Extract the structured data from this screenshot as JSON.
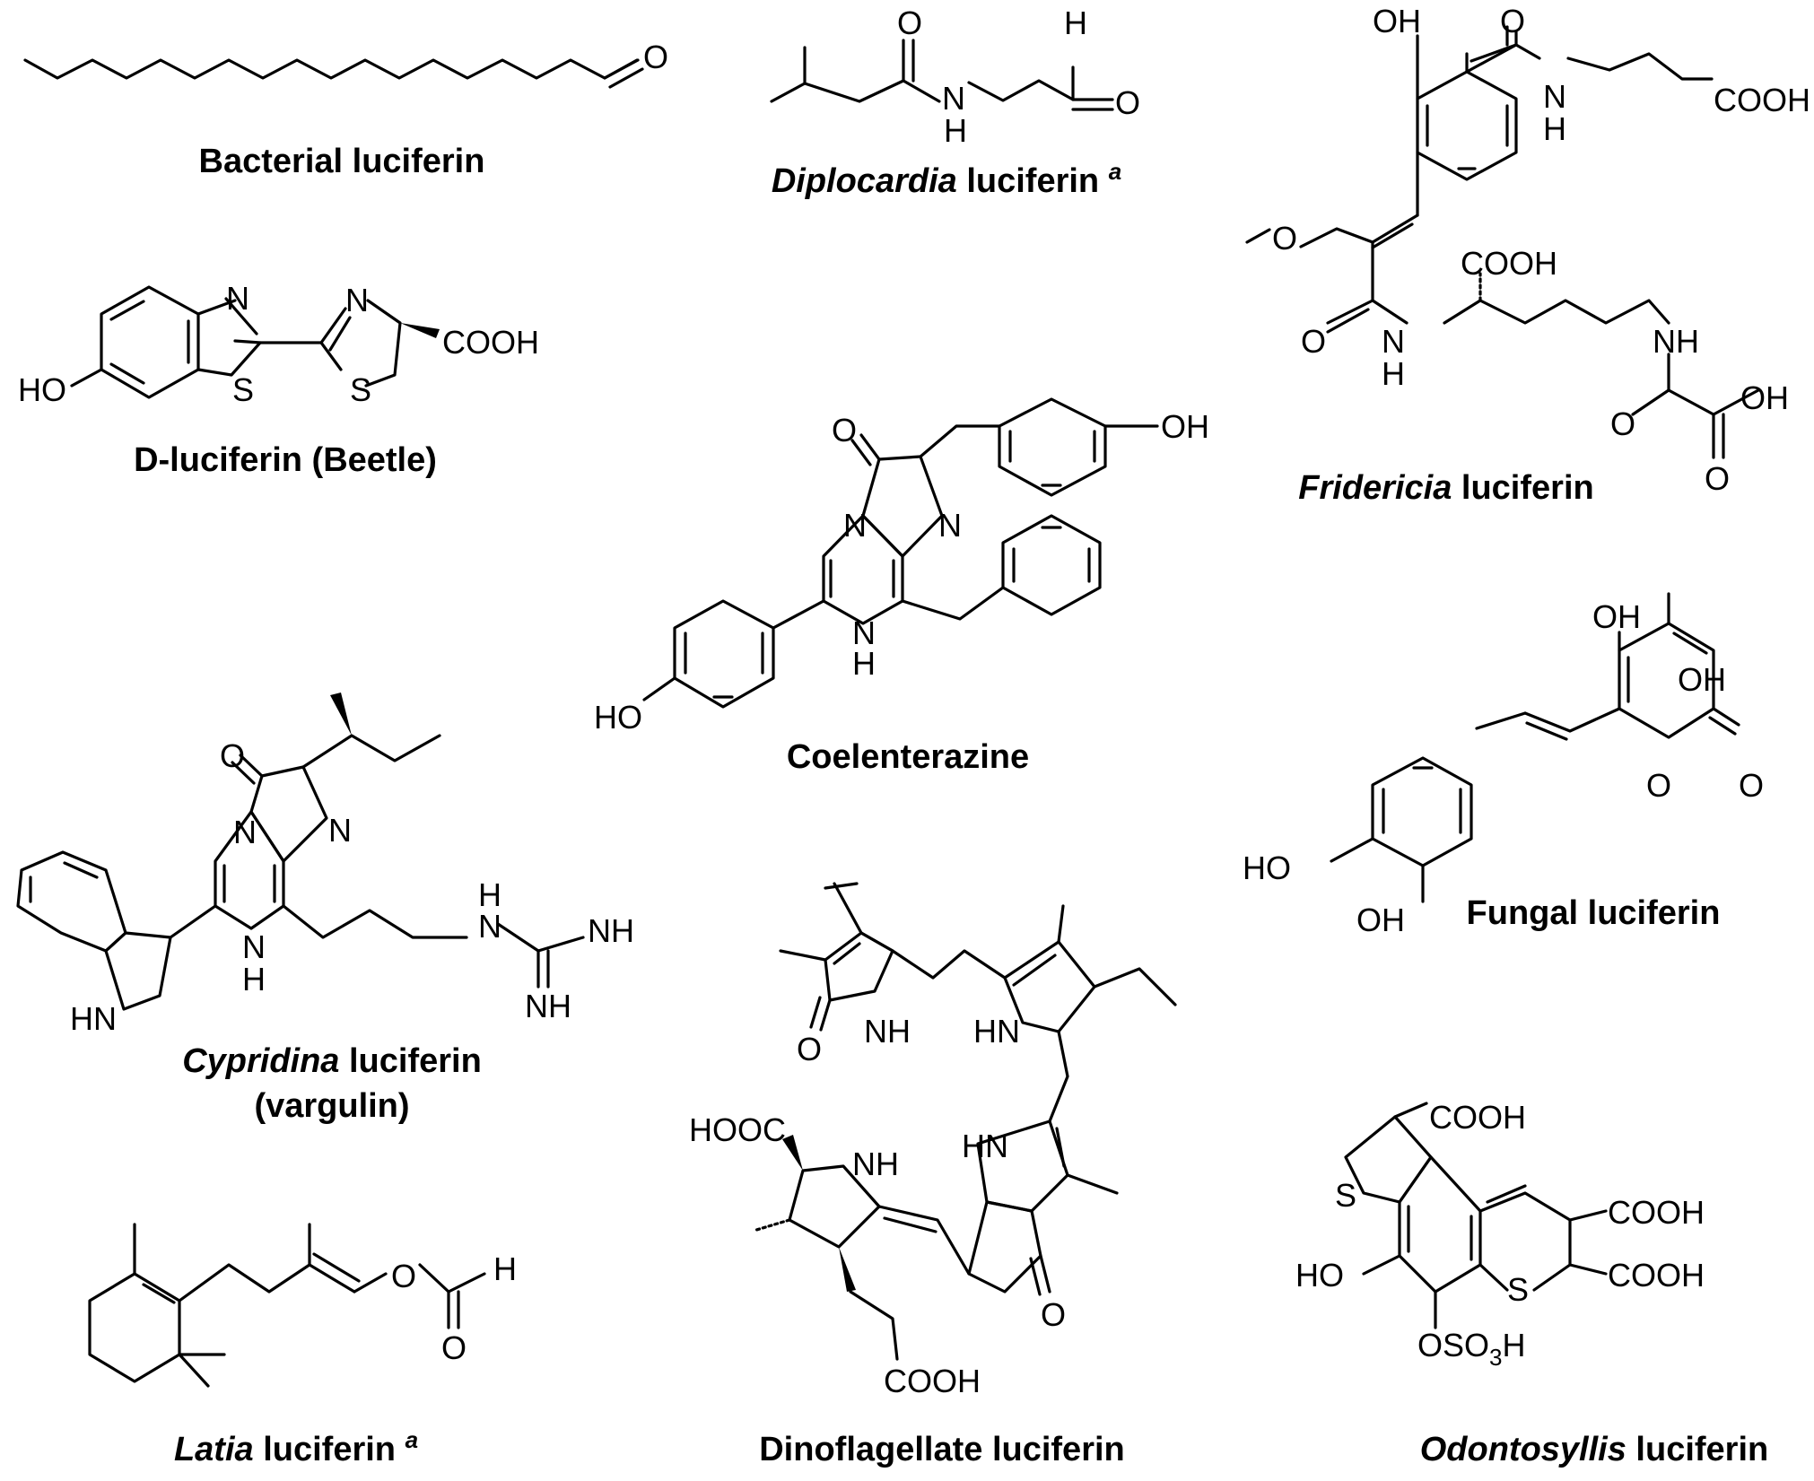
{
  "figure": {
    "molecules": [
      {
        "id": "bacterial",
        "caption_parts": [
          {
            "text": "Bacterial luciferin",
            "italic": false
          }
        ],
        "atom_labels": [
          "O"
        ]
      },
      {
        "id": "diplocardia",
        "caption_parts": [
          {
            "text": "Diplocardia",
            "italic": true
          },
          {
            "text": " luciferin ",
            "italic": false
          },
          {
            "text": "a",
            "italic": true,
            "sup": true
          }
        ],
        "atom_labels": [
          "O",
          "N",
          "H",
          "H",
          "O"
        ]
      },
      {
        "id": "fridericia",
        "caption_parts": [
          {
            "text": "Fridericia",
            "italic": true
          },
          {
            "text": " luciferin",
            "italic": false
          }
        ],
        "atom_labels": [
          "OH",
          "O",
          "N",
          "H",
          "COOH",
          "O",
          "COOH",
          "O",
          "N",
          "H",
          "NH",
          "O",
          "OH",
          "O"
        ]
      },
      {
        "id": "d-luciferin",
        "caption_parts": [
          {
            "text": "D-luciferin (Beetle)",
            "italic": false
          }
        ],
        "atom_labels": [
          "N",
          "N",
          "COOH",
          "S",
          "S",
          "HO"
        ]
      },
      {
        "id": "coelenterazine",
        "caption_parts": [
          {
            "text": "Coelenterazine",
            "italic": false
          }
        ],
        "atom_labels": [
          "O",
          "OH",
          "N",
          "N",
          "N",
          "H",
          "HO"
        ]
      },
      {
        "id": "cypridina",
        "caption_parts": [
          {
            "text": "Cypridina",
            "italic": true
          },
          {
            "text": " luciferin",
            "italic": false
          }
        ],
        "caption_line2": "(vargulin)",
        "atom_labels": [
          "O",
          "N",
          "N",
          "H",
          "N",
          "NH",
          "N",
          "H",
          "NH",
          "HN"
        ]
      },
      {
        "id": "fungal",
        "caption_parts": [
          {
            "text": "Fungal luciferin",
            "italic": false
          }
        ],
        "atom_labels": [
          "OH",
          "OH",
          "O",
          "O",
          "HO",
          "OH"
        ]
      },
      {
        "id": "latia",
        "caption_parts": [
          {
            "text": "Latia",
            "italic": true
          },
          {
            "text": " luciferin ",
            "italic": false
          },
          {
            "text": "a",
            "italic": true,
            "sup": true
          }
        ],
        "atom_labels": [
          "O",
          "H",
          "O"
        ]
      },
      {
        "id": "dinoflagellate",
        "caption_parts": [
          {
            "text": "Dinoflagellate luciferin",
            "italic": false
          }
        ],
        "atom_labels": [
          "NH",
          "HN",
          "O",
          "HOOC",
          "NH",
          "HN",
          "O",
          "COOH"
        ]
      },
      {
        "id": "odontosyllis",
        "caption_parts": [
          {
            "text": "Odontosyllis",
            "italic": true
          },
          {
            "text": " luciferin",
            "italic": false
          }
        ],
        "atom_labels": [
          "COOH",
          "S",
          "COOH",
          "HO",
          "S",
          "COOH",
          "OSO",
          "3",
          "H"
        ]
      }
    ]
  }
}
